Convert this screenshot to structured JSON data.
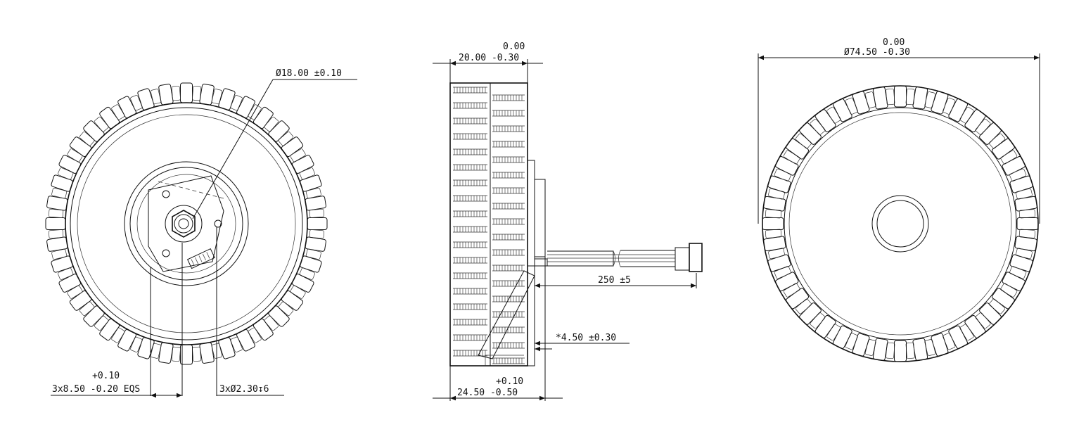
{
  "views": {
    "front": {
      "callout_diameter": "Ø18.00 ±0.10",
      "callout_slot_tol_upper": "+0.10",
      "callout_slot": "3x8.50 -0.20 EQS",
      "callout_holes": "3xØ2.30↧6"
    },
    "side": {
      "width_tol_upper": "0.00",
      "width": "20.00 -0.30",
      "cable_length": "250 ±5",
      "step": "*4.50 ±0.30",
      "total_tol_upper": "+0.10",
      "total": "24.50 -0.50"
    },
    "rear": {
      "diameter_tol_upper": "0.00",
      "diameter": "Ø74.50 -0.30"
    }
  },
  "colors": {
    "line": "#111111",
    "background": "#ffffff"
  }
}
